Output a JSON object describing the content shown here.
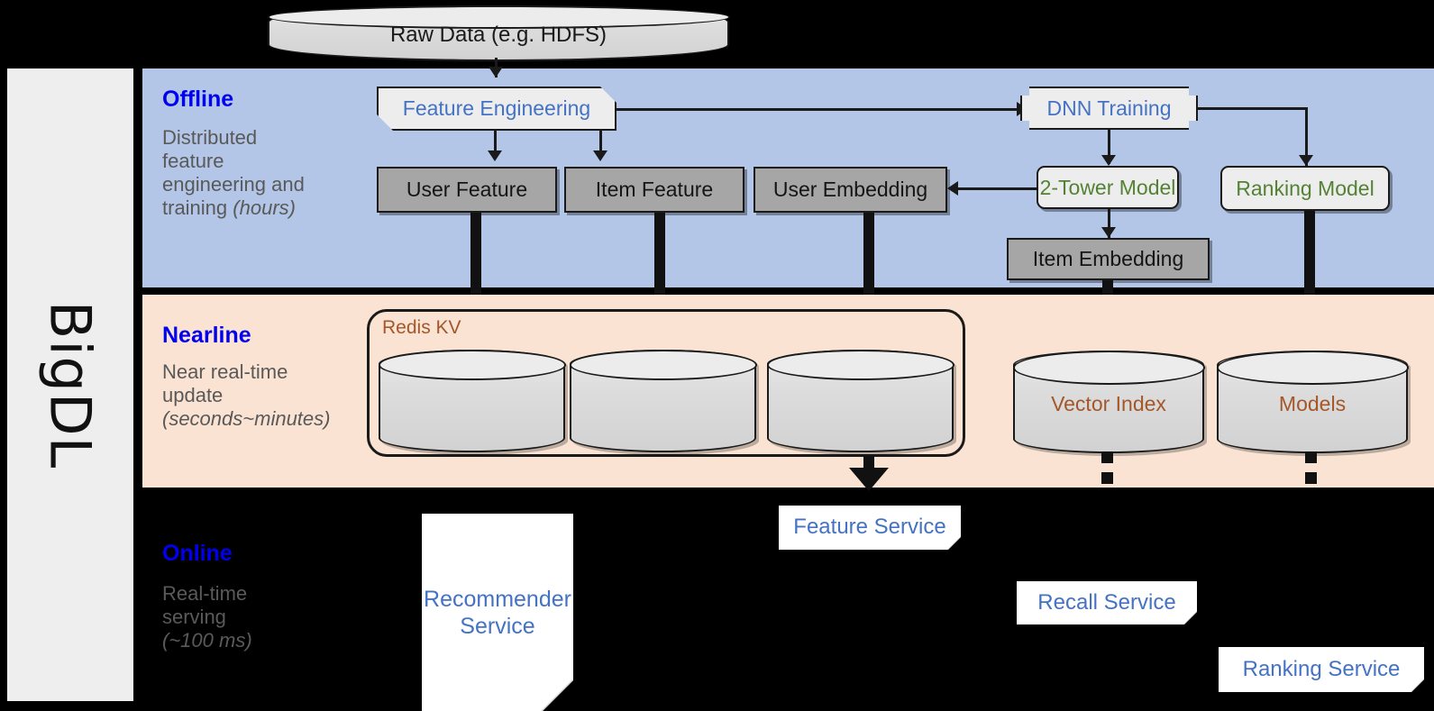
{
  "framework": {
    "name": "BigDL"
  },
  "source": {
    "label": "Raw Data (e.g. HDFS)"
  },
  "layers": [
    {
      "id": "offline",
      "title": "Offline",
      "subtitle_line1": "Distributed",
      "subtitle_line2": "feature",
      "subtitle_line3": "engineering and",
      "subtitle_line4": "training ",
      "subtitle_italic": "(hours)",
      "bg_color": "#b3c6e7"
    },
    {
      "id": "nearline",
      "title": "Nearline",
      "subtitle_line1": "Near real-time",
      "subtitle_line2": "update",
      "subtitle_italic": "(seconds~minutes)",
      "bg_color": "#fae3d3"
    },
    {
      "id": "online",
      "title": "Online",
      "subtitle_line1": "Real-time",
      "subtitle_line2": "serving",
      "subtitle_italic": "(~100 ms)",
      "bg_color": "#000000"
    }
  ],
  "offline_nodes": {
    "feature_engineering": "Feature Engineering",
    "dnn_training": "DNN Training",
    "user_feature": "User Feature",
    "item_feature": "Item Feature",
    "user_embedding": "User Embedding",
    "two_tower_model": "2-Tower Model",
    "ranking_model": "Ranking Model",
    "item_embedding": "Item Embedding"
  },
  "nearline_nodes": {
    "redis_kv": "Redis KV",
    "store_user_feature": "",
    "store_item_feature": "",
    "store_user_embedding": "",
    "vector_index": "Vector Index",
    "models": "Models"
  },
  "online_nodes": {
    "recommender_service_line1": "Recommender",
    "recommender_service_line2": "Service",
    "feature_service": "Feature Service",
    "recall_service": "Recall Service",
    "ranking_service": "Ranking Service"
  },
  "colors": {
    "offline_band": "#b3c6e7",
    "nearline_band": "#fae3d3",
    "online_band": "#000000",
    "layer_title": "#0000ee",
    "layer_subtitle": "#595959",
    "blue_text": "#4472c4",
    "green_text": "#548235",
    "brown_text": "#a3572a",
    "gray_box": "#a6a6a6",
    "light_box": "#ededed",
    "rail_bg": "#eeeeee"
  }
}
